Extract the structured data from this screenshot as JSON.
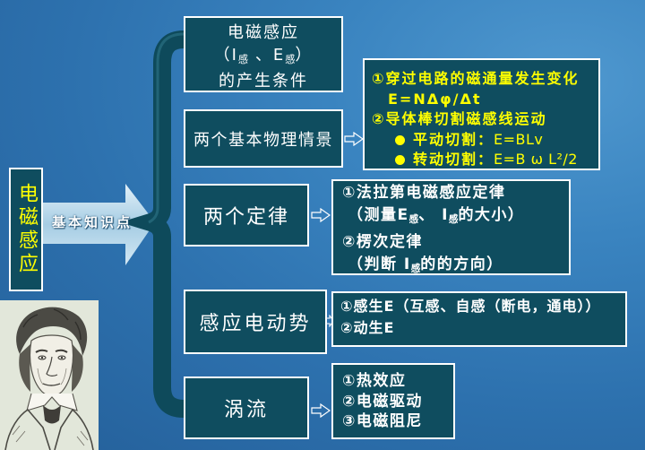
{
  "slide": {
    "colors": {
      "background": "#2d71ae",
      "box_fill": "#0f4d5f",
      "box_border": "#ffffff",
      "highlight_text": "#ffff00",
      "text": "#ffffff"
    }
  },
  "root": {
    "label": "电磁感应"
  },
  "arrow": {
    "label": "基本知识点"
  },
  "topics": {
    "conditions": {
      "line1": "电磁感应",
      "line2": [
        "（I",
        "感",
        " 、E",
        "感",
        "）"
      ],
      "line3": "的产生条件"
    },
    "scenarios": {
      "label": "两个基本物理情景"
    },
    "laws": {
      "label": "两个定律"
    },
    "emf": {
      "label": "感应电动势"
    },
    "eddy": {
      "label": "涡流"
    }
  },
  "details": {
    "scenarios": {
      "line1": "①穿过电路的磁通量发生变化",
      "line2": "E=NΔφ/Δt",
      "line3": "②导体棒切割磁感线运动",
      "bullets": [
        {
          "label": "平动切割：",
          "formula": "E=BLv"
        },
        {
          "label": "转动切割：",
          "formula": "E=B ω L²/2"
        }
      ]
    },
    "laws": {
      "line1": "①法拉第电磁感应定律",
      "line2": [
        "（测量E",
        "感",
        "、 I",
        "感",
        "的大小）"
      ],
      "line3": "②楞次定律",
      "line4": [
        "（判断 I",
        "感",
        "的的方向）"
      ]
    },
    "emf": {
      "line1": "①感生E（互感、自感（断电，通电））",
      "line2": "②动生E"
    },
    "eddy": {
      "items": [
        "①热效应",
        "②电磁驱动",
        "③电磁阻尼"
      ]
    }
  },
  "icons": {
    "bullet": "bullet-dot-icon",
    "link_arrow": "arrow-right-outline-icon",
    "portrait": "portrait-sketch"
  }
}
